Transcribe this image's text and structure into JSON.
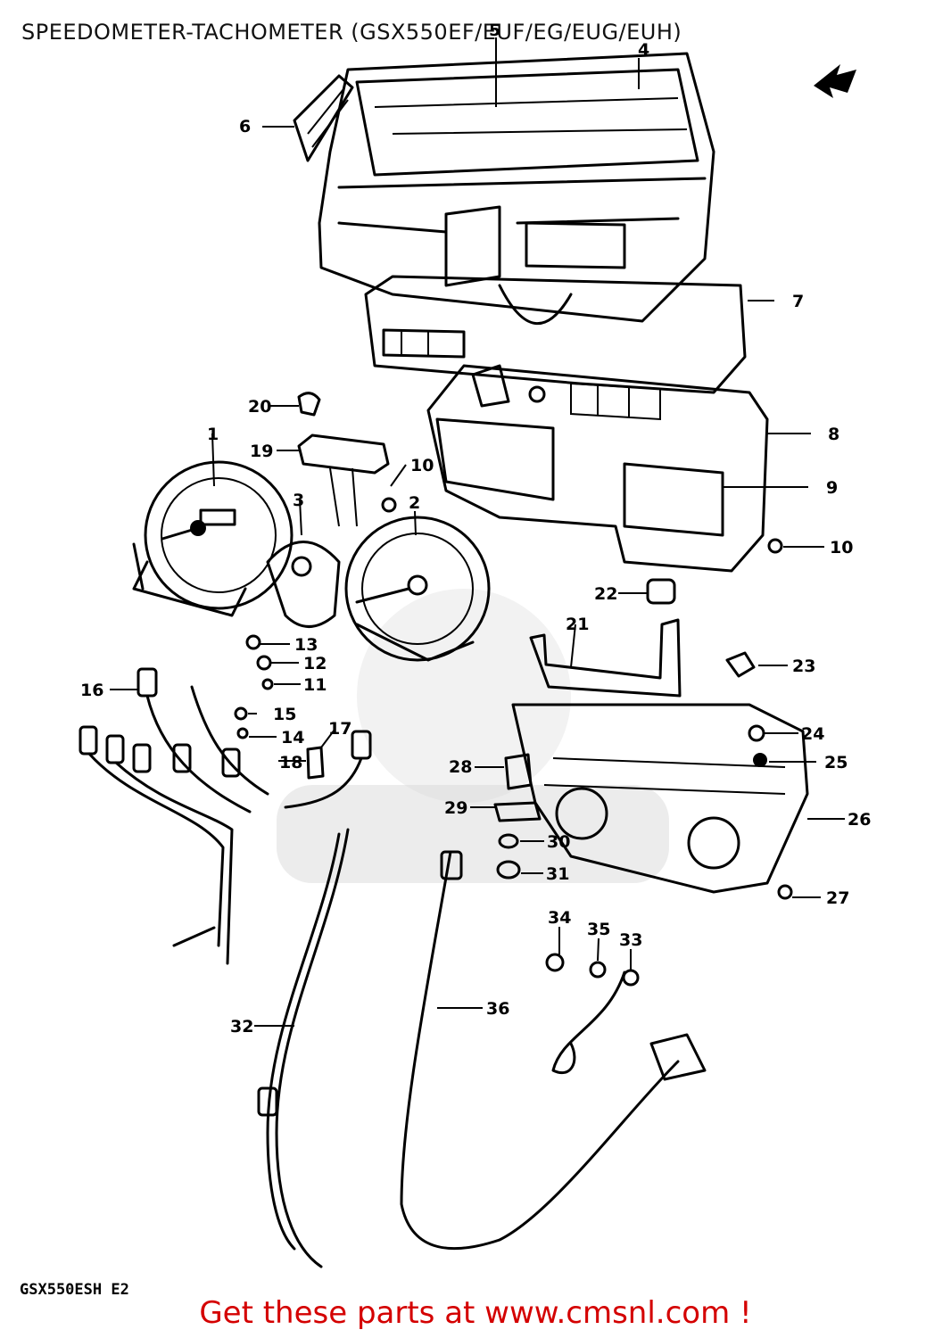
{
  "title": "SPEEDOMETER-TACHOMETER (GSX550EF/EUF/EG/EUG/EUH)",
  "model_code": "GSX550ESH E2",
  "promo_text": "Get these parts at www.cmsnl.com !",
  "colors": {
    "promo": "#d40000",
    "lines": "#000000",
    "watermark": "#d9d9d9"
  },
  "callouts": [
    "1",
    "2",
    "3",
    "4",
    "5",
    "6",
    "7",
    "8",
    "9",
    "10",
    "10",
    "11",
    "12",
    "13",
    "14",
    "15",
    "16",
    "17",
    "18",
    "19",
    "20",
    "21",
    "22",
    "23",
    "24",
    "25",
    "26",
    "27",
    "28",
    "29",
    "30",
    "31",
    "32",
    "33",
    "34",
    "35",
    "36"
  ]
}
